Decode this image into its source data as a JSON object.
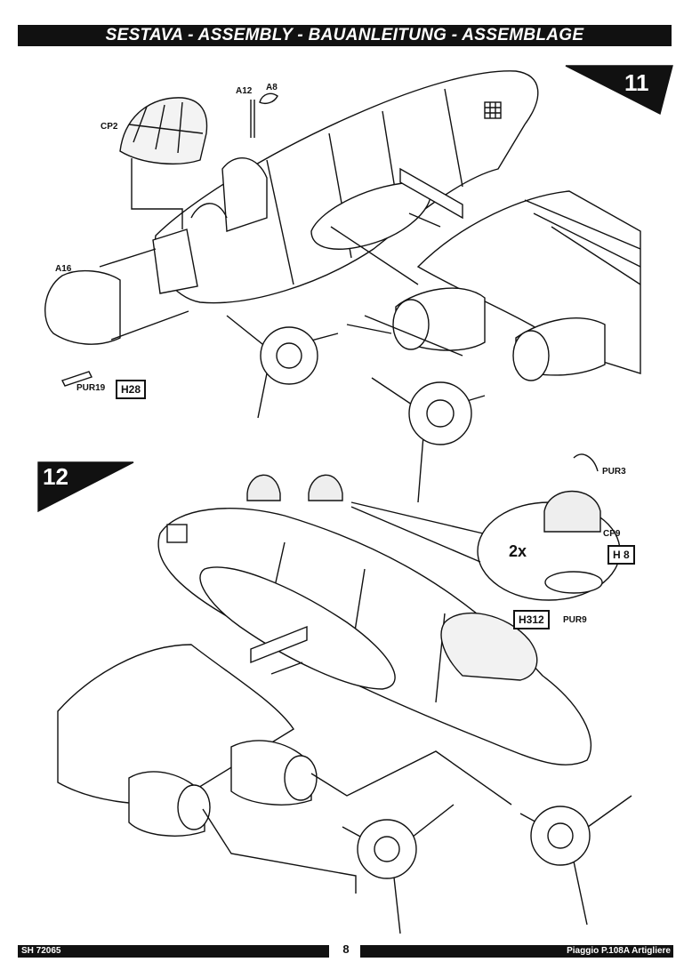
{
  "header": {
    "title": "SESTAVA - ASSEMBLY - BAUANLEITUNG - ASSEMBLAGE"
  },
  "steps": [
    {
      "number": "11",
      "parts": [
        "A12",
        "A8",
        "CP2",
        "A16",
        "PUR19"
      ],
      "paint_codes": [
        "H28"
      ]
    },
    {
      "number": "12",
      "parts": [
        "PUR3",
        "CP9",
        "PUR9"
      ],
      "quantity": "2x",
      "paint_codes": [
        "H 8",
        "H312"
      ]
    }
  ],
  "footer": {
    "kit_code": "SH 72065",
    "page_number": "8",
    "model_name": "Piaggio P.108A Artigliere"
  }
}
